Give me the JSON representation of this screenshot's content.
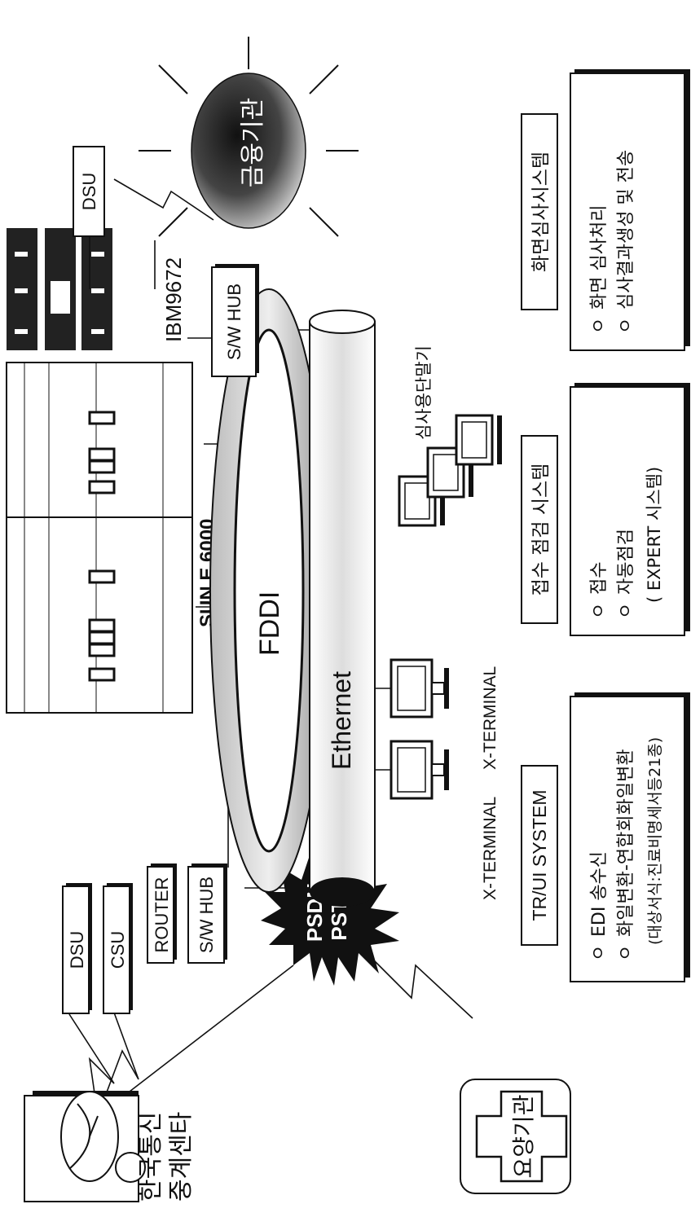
{
  "nodes": {
    "dsu_left": "DSU",
    "csu": "CSU",
    "router": "ROUTER",
    "swhub_left": "S/W HUB",
    "swhub_right": "S/W HUB",
    "dsu_right": "DSU",
    "sun": "SUN E 6000",
    "fddi": "FDDI",
    "ethernet": "Ethernet",
    "ibm": "IBM9672",
    "xterm1": "X-TERMINAL",
    "xterm2": "X-TERMINAL",
    "terminals": "심사용단말기",
    "financial": "금융기관",
    "network_line1": "PSDN",
    "network_line2": "PSTN",
    "kt_line1": "한국통신",
    "kt_line2": "중계센타",
    "hospital": "요양기관"
  },
  "systems": [
    {
      "title": "TR/UI SYSTEM",
      "items": [
        "EDI 송수신",
        "화일변환-연합회화일변환"
      ],
      "note": "(대상서식:진료비명세서등21종)"
    },
    {
      "title": "접수 점검 시스템",
      "items": [
        "접수",
        "자동점검"
      ],
      "note": "( EXPERT 시스템)"
    },
    {
      "title": "화면심사시스템",
      "items": [
        "화면 심사처리",
        "심사결과생성 및 전송"
      ],
      "note": ""
    }
  ],
  "bullet": "ㅇ"
}
